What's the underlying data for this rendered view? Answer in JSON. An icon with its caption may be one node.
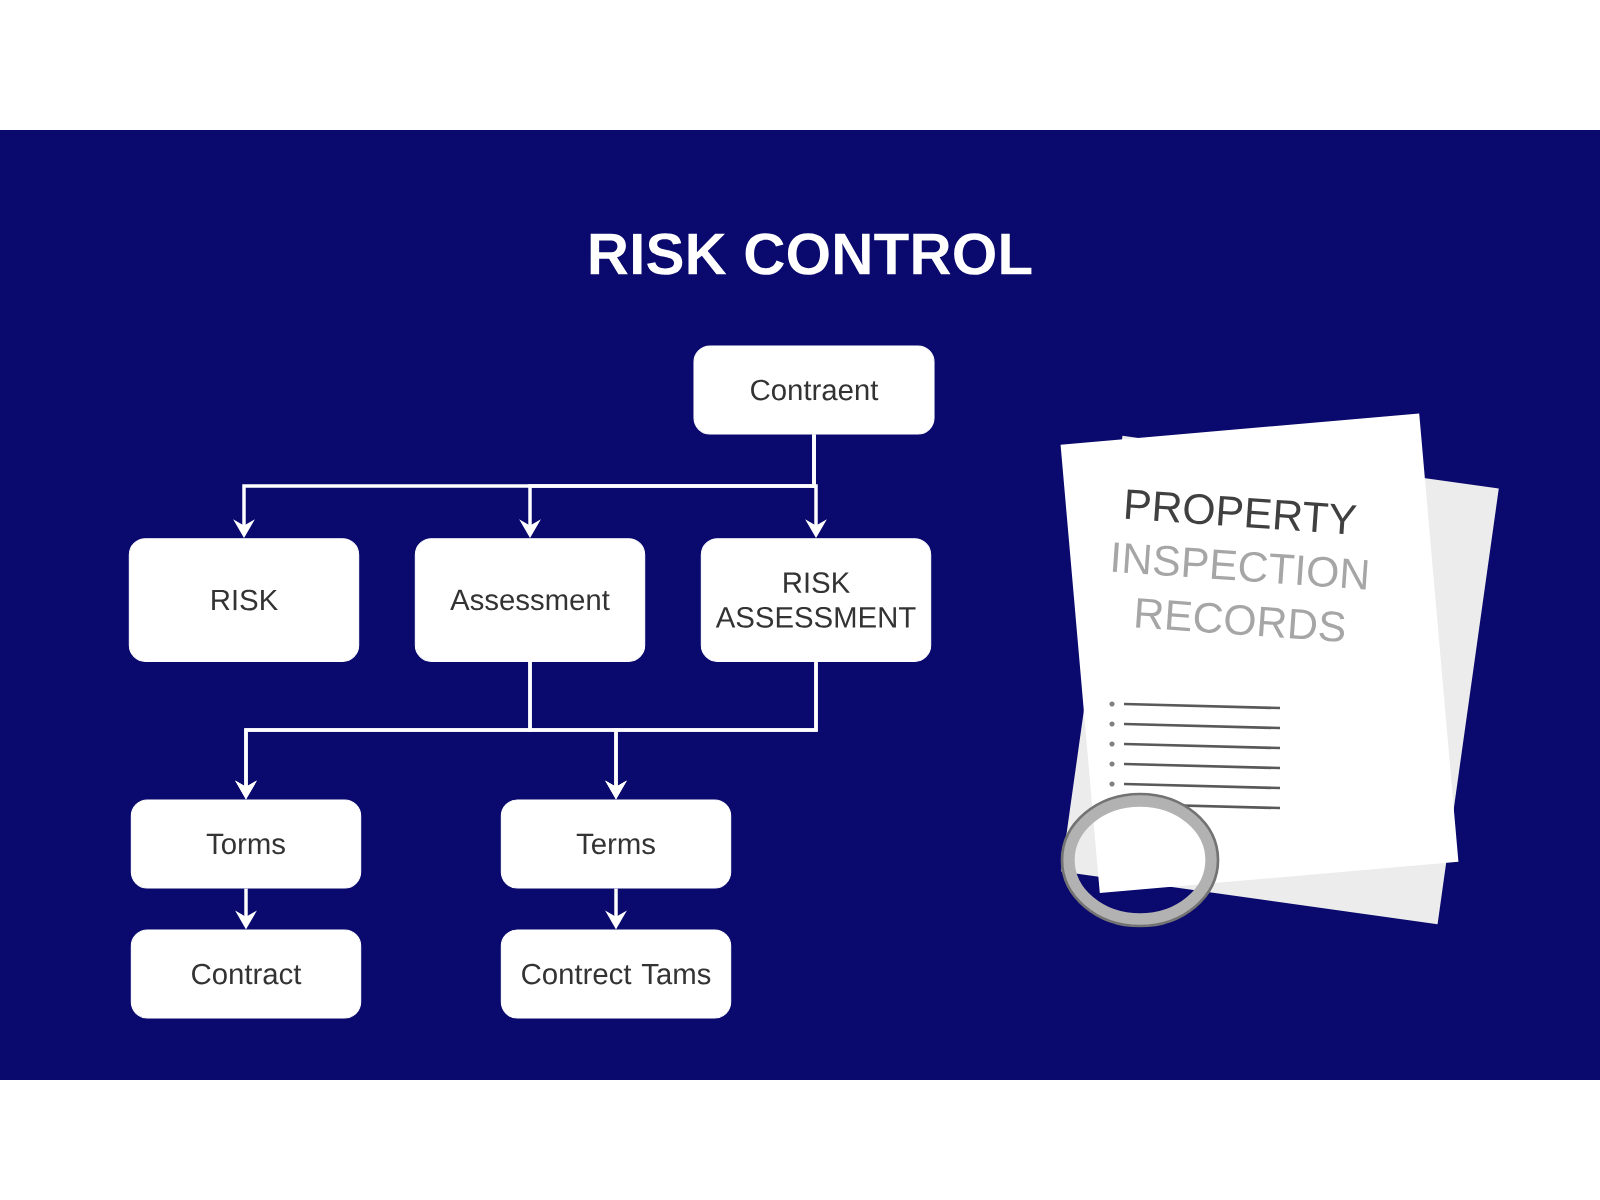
{
  "diagram": {
    "title": "RISK CONTROL",
    "nodes": [
      {
        "text": [
          "Contraent"
        ]
      },
      {
        "text": [
          "RISK"
        ]
      },
      {
        "text": [
          "Assessment"
        ]
      },
      {
        "text": [
          "RISK ASSESSMENT"
        ]
      },
      {
        "text": [
          "Torms"
        ]
      },
      {
        "text": [
          "Terms"
        ]
      },
      {
        "text": [
          "Contract"
        ]
      },
      {
        "text": [
          "Contrect Tams"
        ]
      }
    ],
    "edges": [
      {
        "from": 0,
        "to": 1,
        "arrow": "to"
      },
      {
        "from": 0,
        "to": 2,
        "arrow": "to"
      },
      {
        "from": 0,
        "to": 3,
        "arrow": "to"
      },
      {
        "from": 2,
        "to": 4,
        "arrow": "to"
      },
      {
        "from": 2,
        "to": 5,
        "arrow": "to"
      },
      {
        "from": 3,
        "to": 4,
        "arrow": "to"
      },
      {
        "from": 3,
        "to": 5,
        "arrow": "to"
      },
      {
        "from": 4,
        "to": 6,
        "arrow": "to"
      },
      {
        "from": 5,
        "to": 7,
        "arrow": "to"
      }
    ],
    "labels": [
      "PROPERTY",
      "INSPECTION",
      "RECORDS"
    ]
  }
}
